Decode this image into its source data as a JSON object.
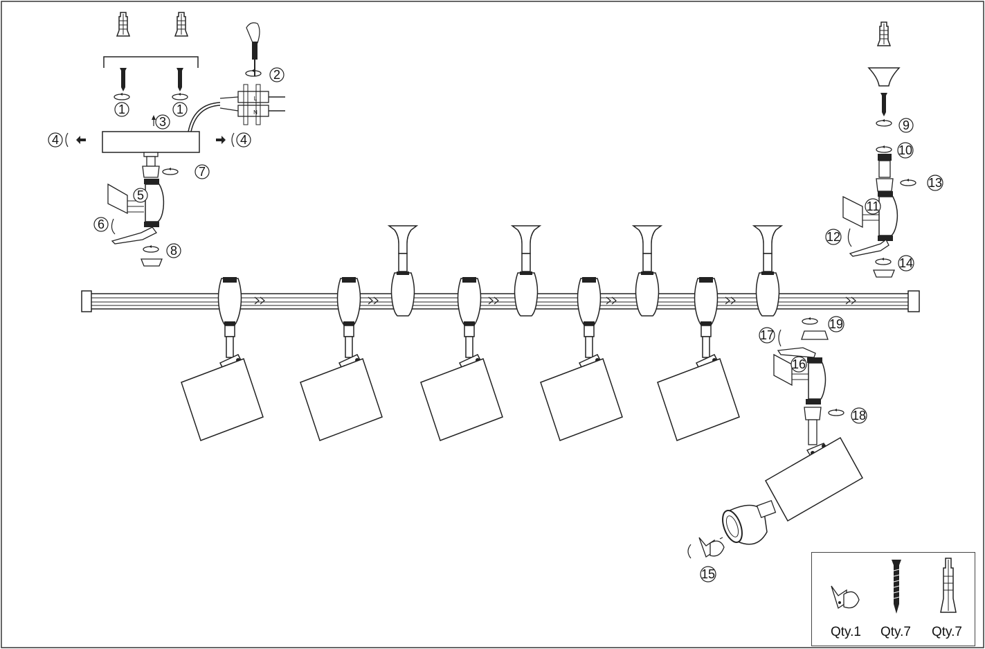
{
  "steps": [
    "1",
    "1",
    "2",
    "3",
    "4",
    "4",
    "5",
    "6",
    "7",
    "8",
    "9",
    "10",
    "11",
    "12",
    "13",
    "14",
    "15",
    "16",
    "17",
    "18",
    "19"
  ],
  "wire_labels": {
    "live": "L",
    "neutral": "N"
  },
  "parts": [
    {
      "icon": "bulb-holder-ring-icon",
      "label": "Qty.1"
    },
    {
      "icon": "screw-icon",
      "label": "Qty.7"
    },
    {
      "icon": "wall-plug-icon",
      "label": "Qty.7"
    }
  ]
}
